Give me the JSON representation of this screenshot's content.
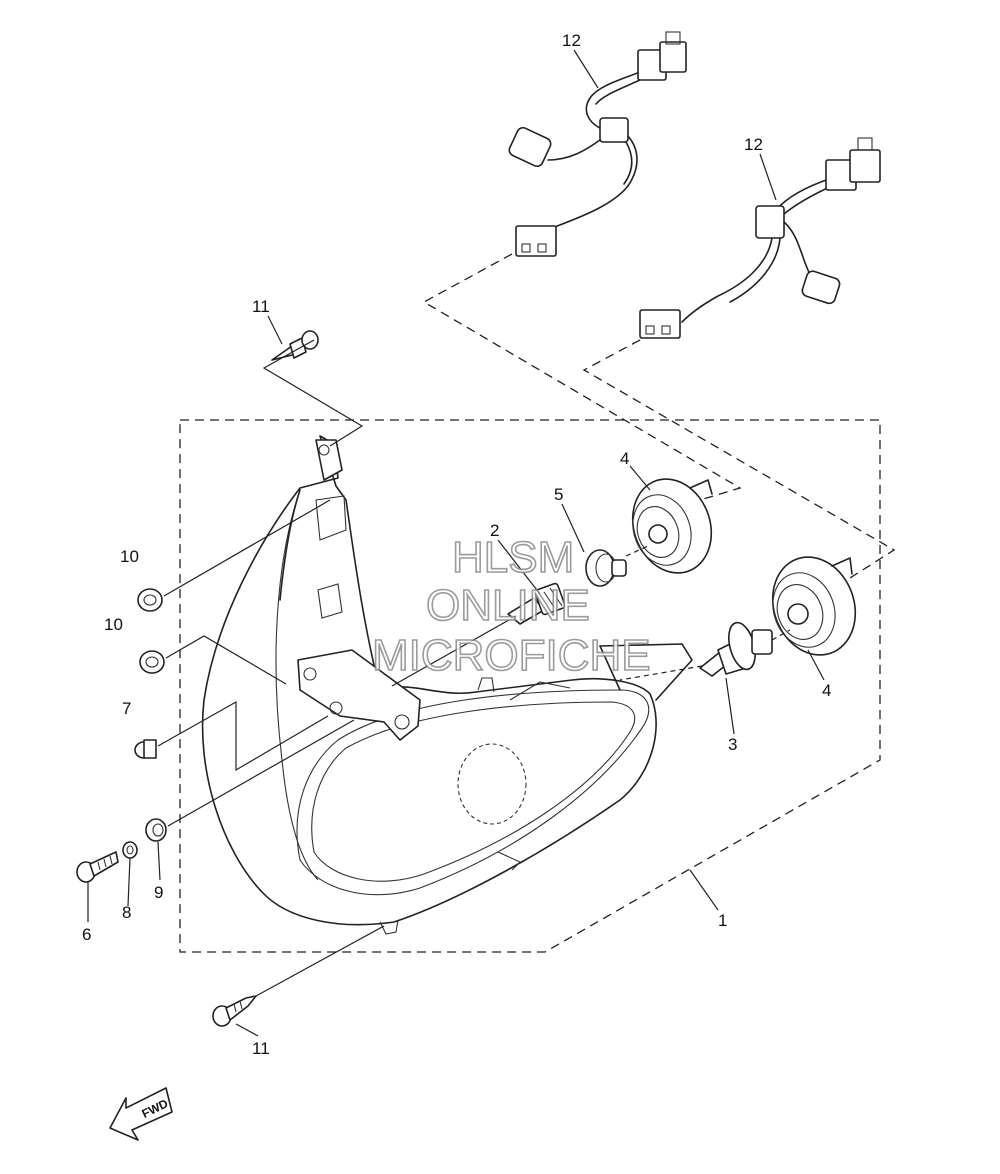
{
  "callouts": {
    "c1": "1",
    "c2": "2",
    "c3": "3",
    "c4a": "4",
    "c4b": "4",
    "c5": "5",
    "c6": "6",
    "c7": "7",
    "c8": "8",
    "c9": "9",
    "c10a": "10",
    "c10b": "10",
    "c11a": "11",
    "c11b": "11",
    "c12a": "12",
    "c12b": "12"
  },
  "watermark": {
    "line1": "HLSM",
    "line2": "ONLINE",
    "line3": "MICROFICHE"
  },
  "fwd_label": "FWD"
}
